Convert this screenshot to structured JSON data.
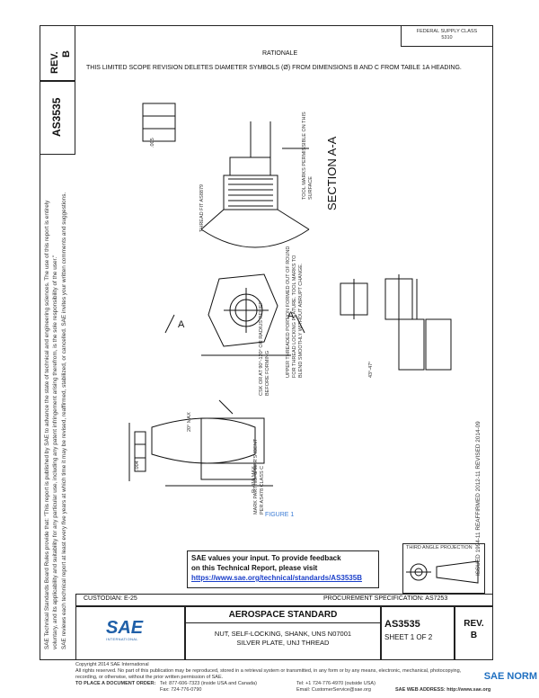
{
  "header": {
    "rev_label": "REV.",
    "rev_value": "B",
    "doc_number": "AS3535",
    "fedral_class_line1": "FEDERAL SUPPLY CLASS",
    "fedral_class_line2": "5310",
    "rationale_title": "RATIONALE",
    "rationale_text": "THIS LIMITED SCOPE REVISION DELETES DIAMETER SYMBOLS (Ø) FROM DIMENSIONS B AND C FROM TABLE 1A HEADING."
  },
  "side_notes": {
    "line1": "SAE Technical Standards Board Rules provide that: \"This report is published by SAE to advance the state of technical and engineering sciences. The use of this report is entirely",
    "line2": "voluntary, and its applicability and suitability for any particular use, including any patent infringement arising therefrom, is the sole responsibility of the user.\"",
    "line3": "SAE reviews each technical report at least every five years at which time it may be revised, reaffirmed, stabilized, or cancelled. SAE invites your written comments and suggestions.",
    "dates": "ISSUED 1994-11     REAFFIRMED 2012-11     REVISED 2014-09"
  },
  "drawing": {
    "figure_label": "FIGURE 1",
    "section_label": "SECTION A-A",
    "tool_marks": "TOOL MARKS PERMISSIBLE ON THIS SURFACE",
    "thread_fit": "THREAD FIT AS8879",
    "csk_note": "CSK OR AT 90°-120° OR RADIUS RELIEF BEFORE FORMING",
    "upper_thread": "UPPER THREADED PORTION FORMED OUT OF ROUND FOR THREAD LOCKING FEATURE. TOOL MARKS TO BLEND SMOOTHLY WITHOUT ABRUPT CHANGE.",
    "mark_part": "MARK PART NO. & MFR'S IDENT PER AS478 CLASS C",
    "angle_20": "20° MAX",
    "angle_43": "43°-47°",
    "r_010": "R .010 MAX",
    "section_a_left": "A",
    "section_a_right": "A",
    "tol_005": ".005",
    "tol_004": ".004",
    "third_angle": "THIRD ANGLE PROJECTION"
  },
  "feedback": {
    "line1": "SAE values your input. To provide feedback",
    "line2": "on this Technical Report, please visit",
    "link": "https://www.sae.org/technical/standards/AS3535B"
  },
  "title_block": {
    "custodian": "CUSTODIAN: E-25",
    "procurement": "PROCUREMENT SPECIFICATION: AS7253",
    "logo": "SAE",
    "logo_sub": "INTERNATIONAL",
    "aerospace": "AEROSPACE STANDARD",
    "title_line1": "NUT, SELF-LOCKING, SHANK, UNS N07001",
    "title_line2": "SILVER PLATE, UNJ THREAD",
    "doc_number": "AS3535",
    "sheet": "SHEET 1 OF 2",
    "rev_label": "REV.",
    "rev_value": "B"
  },
  "footer": {
    "copyright": "Copyright 2014 SAE International",
    "rights": "All rights reserved. No part of this publication may be reproduced, stored in a retrieval system or transmitted, in any form or by any means, electronic, mechanical, photocopying,",
    "rights2": "recording, or otherwise, without the prior written permission of SAE.",
    "order_label": "TO PLACE A DOCUMENT ORDER:",
    "tel1": "Tel: 877-606-7323 (inside USA and Canada)",
    "tel2": "Tel: +1 724-776-4970 (outside USA)",
    "fax": "Fax: 724-776-0790",
    "email": "Email: CustomerService@sae.org",
    "web": "SAE WEB ADDRESS: http://www.sae.org"
  },
  "watermark": "SAE NORM"
}
